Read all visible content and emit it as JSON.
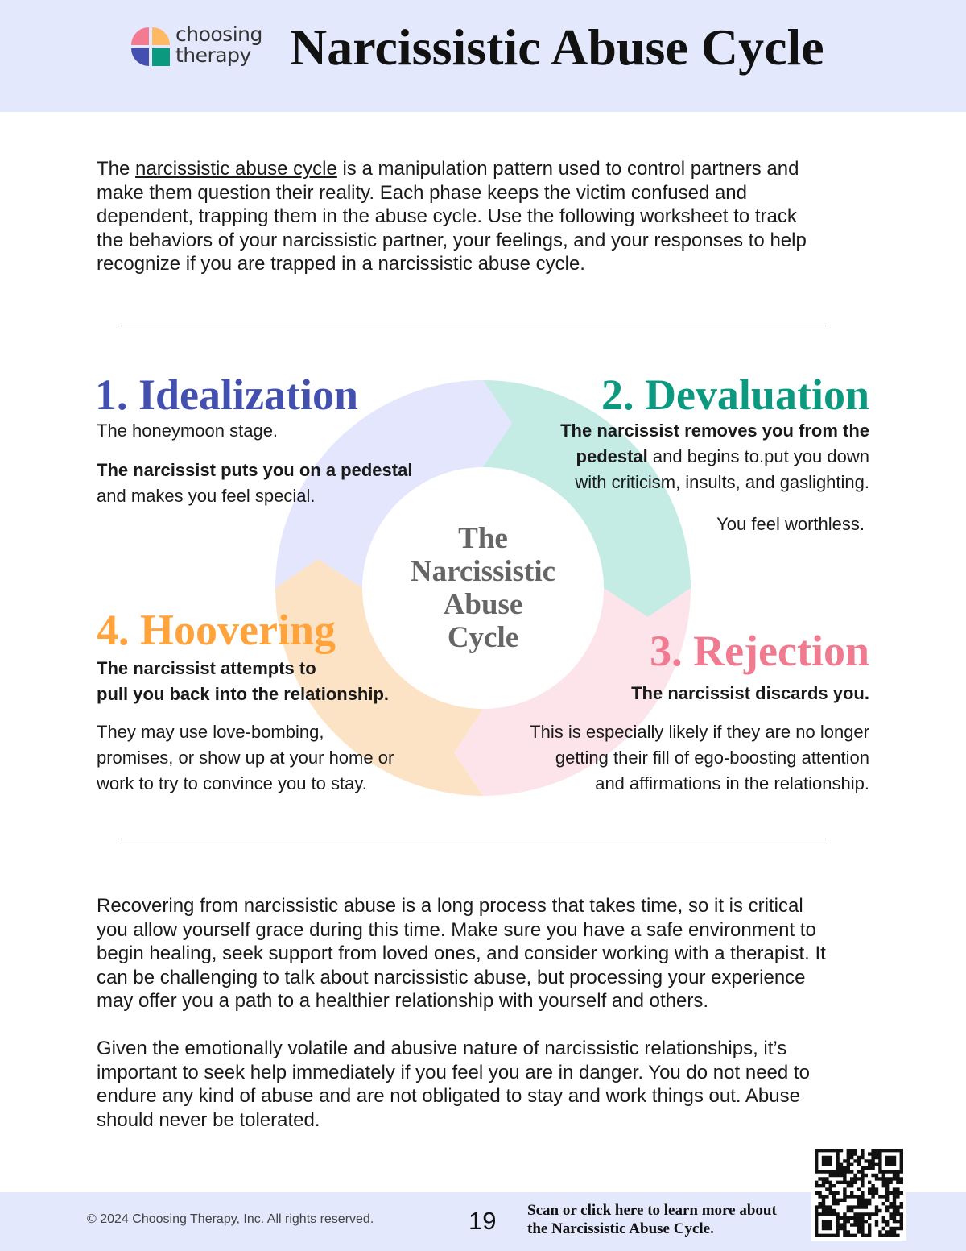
{
  "header": {
    "logo_line1": "choosing",
    "logo_line2": "therapy",
    "title": "Narcissistic Abuse Cycle",
    "logo_colors": [
      "#f47a92",
      "#ffb864",
      "#4450b0",
      "#0b9a80"
    ],
    "background": "#e3e8fc"
  },
  "intro": {
    "line1_pre": "The ",
    "line1_link": "narcissistic abuse cycle",
    "line1_post": " is a manipulation pattern used to control partners and",
    "lines": [
      "make them question their reality. Each phase keeps the victim confused and",
      "dependent, trapping them in the abuse cycle. Use the following worksheet to track",
      "the behaviors of your narcissistic partner, your feelings, and your responses to help",
      "recognize if you are trapped in a narcissistic abuse cycle."
    ]
  },
  "cycle": {
    "center_lines": [
      "The",
      "Narcissistic",
      "Abuse",
      "Cycle"
    ],
    "phases": [
      {
        "title": "1. Idealization",
        "color": "#4450b0",
        "fill": "#e3e6fc",
        "line1": "The honeymoon stage.",
        "bold2": "The narcissist puts you on a pedestal",
        "line3": "and makes you feel special."
      },
      {
        "title": "2. Devaluation",
        "color": "#0b9a80",
        "fill": "#c4ebe4",
        "bold1": "The narcissist removes you from the",
        "bold2": "pedestal",
        "line2_rest": " and begins to.put you down",
        "line3": "with criticism, insults, and gaslighting.",
        "line4": "You feel worthless."
      },
      {
        "title": "3. Rejection",
        "color": "#f07a90",
        "fill": "#fce4ea",
        "bold1": "The narcissist discards you.",
        "lines": [
          "This is especially likely if they are no longer",
          "getting their fill of ego-boosting attention",
          "and affirmations in the relationship."
        ]
      },
      {
        "title": "4. Hoovering",
        "color": "#ffa33a",
        "fill": "#fde3c6",
        "bold1": "The narcissist attempts to",
        "bold2": "pull you back into the relationship.",
        "lines": [
          "They may use love-bombing,",
          "promises, or show up at your home or",
          "work to try to convince you to stay."
        ]
      }
    ]
  },
  "closing": {
    "para1": [
      "Recovering from narcissistic abuse is a long process that takes time, so it is critical",
      "you allow yourself grace during this time. Make sure you have a safe environment to",
      "begin healing, seek support from loved ones, and consider working with a therapist. It",
      "can be challenging to talk about narcissistic abuse, but processing your experience",
      "may offer you a path to a healthier relationship with yourself and others."
    ],
    "para2": [
      "Given the emotionally volatile and abusive nature of narcissistic relationships, it’s",
      "important to seek help immediately if you feel you are in danger. You do not need to",
      "endure any kind of abuse and are not obligated to stay and work things out. Abuse",
      "should never be tolerated."
    ]
  },
  "footer": {
    "copyright": "© 2024 Choosing Therapy, Inc. All rights reserved.",
    "page_number": "19",
    "scan_pre": "Scan or ",
    "scan_link": "click here",
    "scan_post": " to learn more about",
    "scan_line2": "the Narcissistic Abuse Cycle.",
    "qr_icon": "qr-code-icon"
  }
}
